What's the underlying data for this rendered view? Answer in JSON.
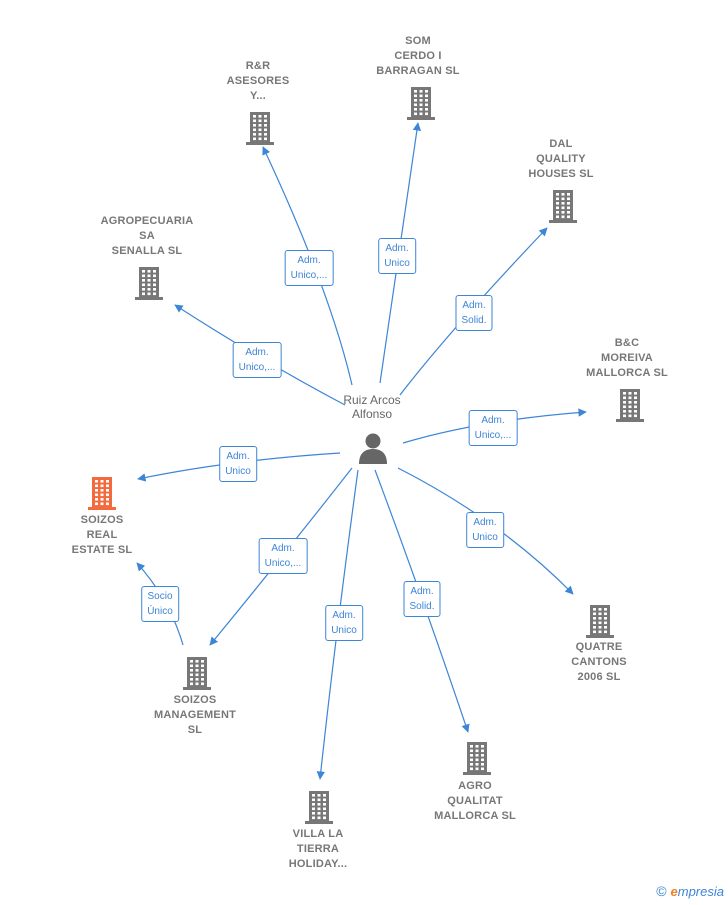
{
  "center": {
    "name": "Ruiz Arcos\nAlfonso"
  },
  "companies": [
    {
      "id": "rr",
      "name": "R&R\nASESORES\nY..."
    },
    {
      "id": "som",
      "name": "SOM\nCERDO I\nBARRAGAN SL"
    },
    {
      "id": "dal",
      "name": "DAL\nQUALITY\nHOUSES  SL"
    },
    {
      "id": "agropecuaria",
      "name": "AGROPECUARIA\nSA\nSENALLA  SL"
    },
    {
      "id": "bc",
      "name": "B&C\nMOREIVA\nMALLORCA  SL"
    },
    {
      "id": "soizos_real",
      "name": "SOIZOS\nREAL\nESTATE  SL",
      "highlight": true
    },
    {
      "id": "quatre",
      "name": "QUATRE\nCANTONS\n2006 SL"
    },
    {
      "id": "soizos_mgmt",
      "name": "SOIZOS\nMANAGEMENT\nSL"
    },
    {
      "id": "agro",
      "name": "AGRO\nQUALITAT\nMALLORCA  SL"
    },
    {
      "id": "villa",
      "name": "VILLA LA\nTIERRA\nHOLIDAY..."
    }
  ],
  "relations": [
    {
      "target": "rr",
      "label": "Adm.\nUnico,..."
    },
    {
      "target": "som",
      "label": "Adm.\nUnico"
    },
    {
      "target": "dal",
      "label": "Adm.\nSolid."
    },
    {
      "target": "agropecuaria",
      "label": "Adm.\nUnico,..."
    },
    {
      "target": "bc",
      "label": "Adm.\nUnico,..."
    },
    {
      "target": "soizos_real",
      "label": "Adm.\nUnico"
    },
    {
      "target": "quatre",
      "label": "Adm.\nUnico"
    },
    {
      "target": "soizos_mgmt",
      "label": "Adm.\nUnico,..."
    },
    {
      "target": "agro",
      "label": "Adm.\nSolid."
    },
    {
      "target": "villa",
      "label": "Adm.\nUnico"
    },
    {
      "source": "soizos_mgmt",
      "target": "soizos_real",
      "label": "Socio\nÚnico"
    }
  ],
  "colors": {
    "edge": "#3d85d6",
    "building": "#777777",
    "building_highlight": "#f26a3d",
    "person": "#666666"
  },
  "brand": {
    "copyright": "©",
    "initial": "e",
    "rest": "mpresia"
  }
}
